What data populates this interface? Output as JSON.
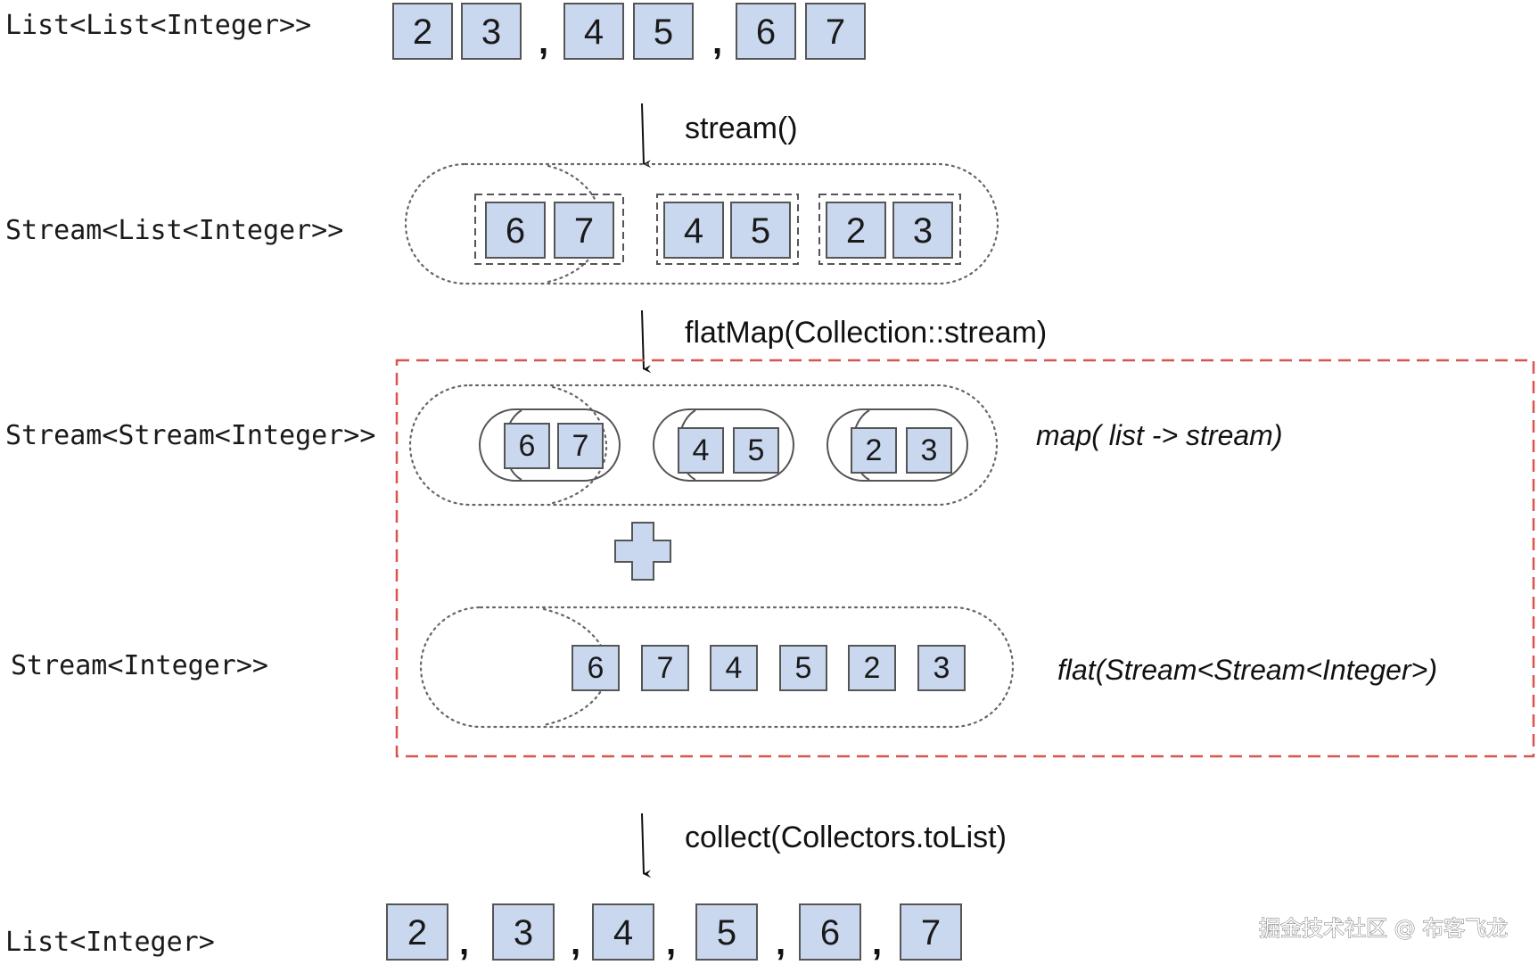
{
  "rows": {
    "r1": {
      "type_label": "List<List<Integer>>",
      "values": [
        "2",
        "3",
        "4",
        "5",
        "6",
        "7"
      ],
      "separators": [
        ",",
        ","
      ]
    },
    "r2": {
      "type_label": "Stream<List<Integer>>",
      "values": [
        "6",
        "7",
        "4",
        "5",
        "2",
        "3"
      ]
    },
    "r3": {
      "type_label": "Stream<Stream<Integer>>",
      "values": [
        "6",
        "7",
        "4",
        "5",
        "2",
        "3"
      ],
      "annotation": "map( list -> stream)"
    },
    "r4": {
      "type_label": "Stream<Integer>>",
      "values": [
        "6",
        "7",
        "4",
        "5",
        "2",
        "3"
      ],
      "annotation": "flat(Stream<Stream<Integer>)"
    },
    "r5": {
      "type_label": "List<Integer>",
      "values": [
        "2",
        "3",
        "4",
        "5",
        "6",
        "7"
      ],
      "separators": [
        ",",
        ",",
        ",",
        ",",
        ","
      ]
    }
  },
  "operations": {
    "op1": "stream()",
    "op2": "flatMap(Collection::stream)",
    "op3": "collect(Collectors.toList)"
  },
  "watermark": "掘金技术社区 @ 布客飞龙",
  "colors": {
    "box_fill": "#c9d8ef",
    "highlight_border": "#d9534f"
  }
}
